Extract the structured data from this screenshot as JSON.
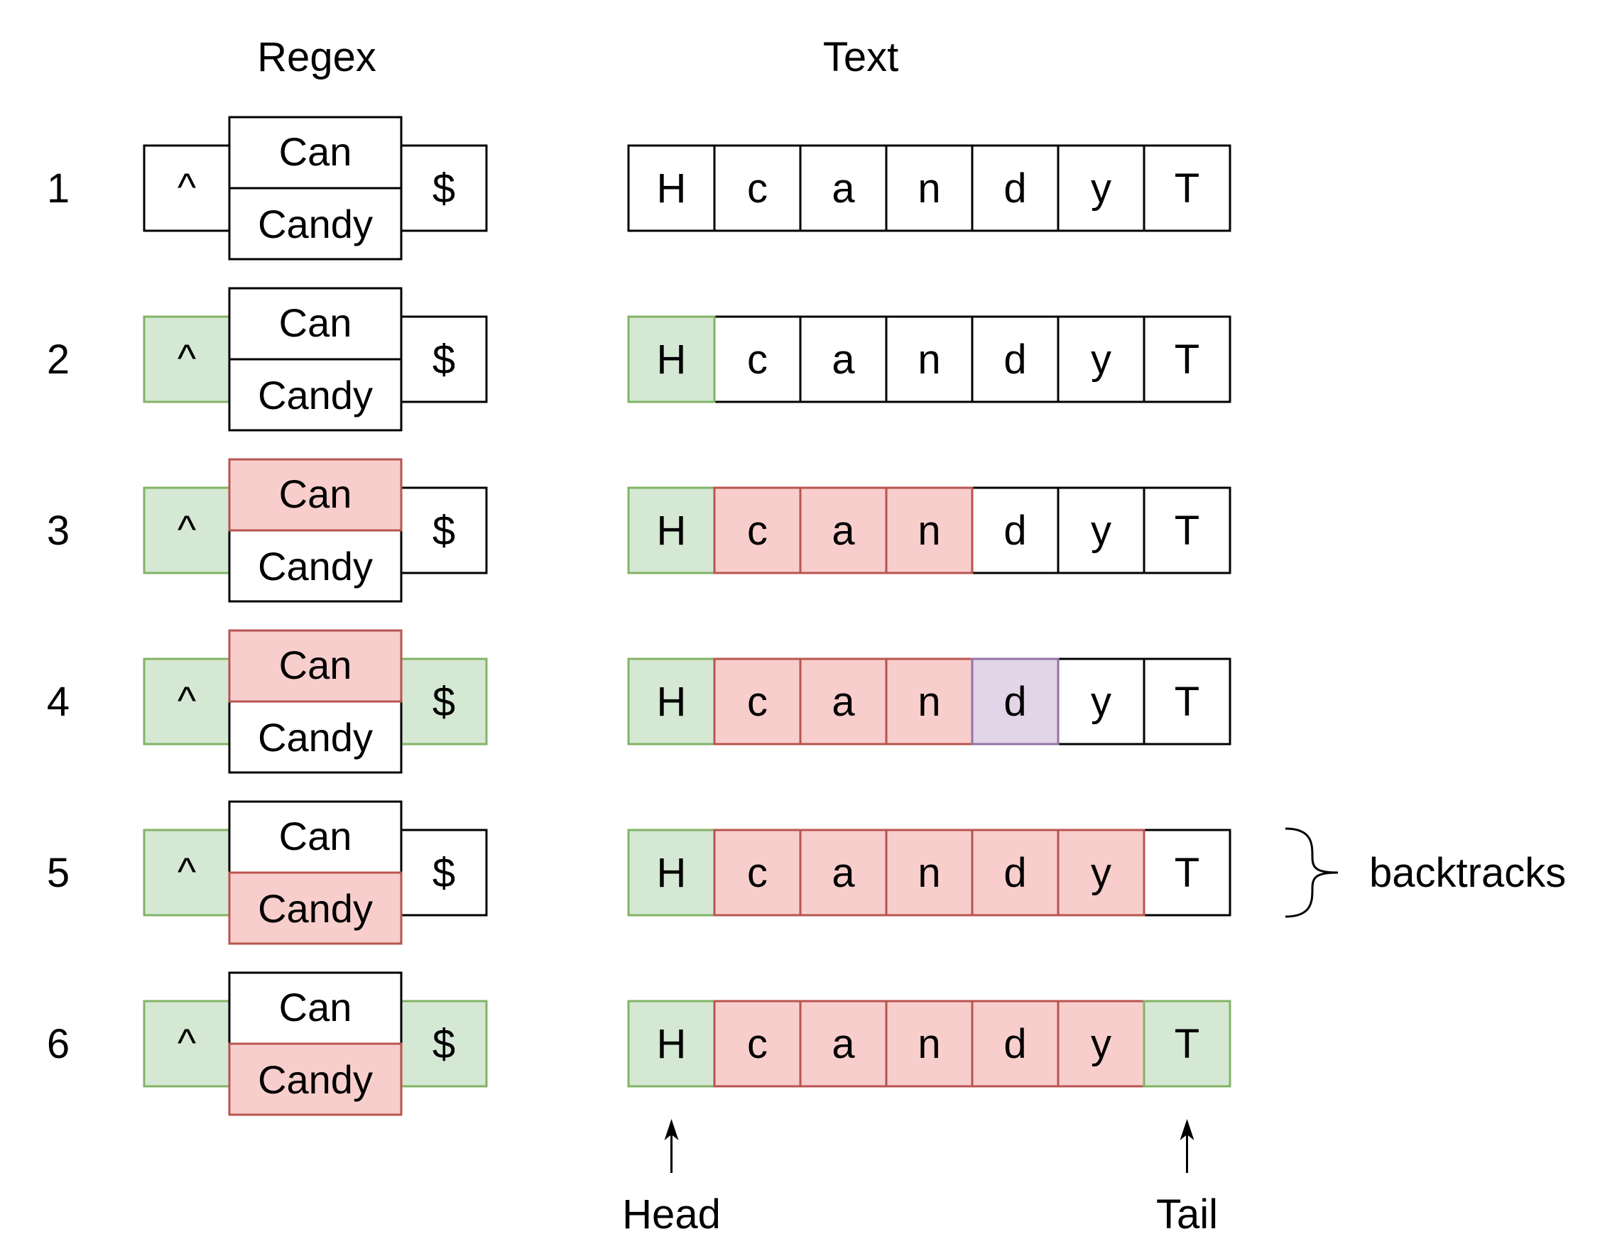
{
  "headers": {
    "regex": "Regex",
    "text": "Text"
  },
  "colors": {
    "none": {
      "fill": "#ffffff",
      "stroke": "#000000"
    },
    "green": {
      "fill": "#d5e8d4",
      "stroke": "#82b366"
    },
    "red": {
      "fill": "#f8cecc",
      "stroke": "#b85450"
    },
    "purple": {
      "fill": "#e1d5e7",
      "stroke": "#9673a6"
    }
  },
  "regex": {
    "start": "^",
    "alt_top": "Can",
    "alt_bottom": "Candy",
    "end": "$"
  },
  "text_chars": [
    "H",
    "c",
    "a",
    "n",
    "d",
    "y",
    "T"
  ],
  "steps": [
    {
      "label": "1",
      "regex": {
        "start": "none",
        "alt_top": "none",
        "alt_bottom": "none",
        "end": "none"
      },
      "text": [
        "none",
        "none",
        "none",
        "none",
        "none",
        "none",
        "none"
      ]
    },
    {
      "label": "2",
      "regex": {
        "start": "green",
        "alt_top": "none",
        "alt_bottom": "none",
        "end": "none"
      },
      "text": [
        "green",
        "none",
        "none",
        "none",
        "none",
        "none",
        "none"
      ]
    },
    {
      "label": "3",
      "regex": {
        "start": "green",
        "alt_top": "red",
        "alt_bottom": "none",
        "end": "none"
      },
      "text": [
        "green",
        "red",
        "red",
        "red",
        "none",
        "none",
        "none"
      ]
    },
    {
      "label": "4",
      "regex": {
        "start": "green",
        "alt_top": "red",
        "alt_bottom": "none",
        "end": "green"
      },
      "text": [
        "green",
        "red",
        "red",
        "red",
        "purple",
        "none",
        "none"
      ]
    },
    {
      "label": "5",
      "regex": {
        "start": "green",
        "alt_top": "none",
        "alt_bottom": "red",
        "end": "none"
      },
      "text": [
        "green",
        "red",
        "red",
        "red",
        "red",
        "red",
        "none"
      ]
    },
    {
      "label": "6",
      "regex": {
        "start": "green",
        "alt_top": "none",
        "alt_bottom": "red",
        "end": "green"
      },
      "text": [
        "green",
        "red",
        "red",
        "red",
        "red",
        "red",
        "green"
      ]
    }
  ],
  "annotation": {
    "label": "backtracks",
    "step": "5"
  },
  "pointers": [
    {
      "label": "Head",
      "index": 0
    },
    {
      "label": "Tail",
      "index": 6
    }
  ]
}
